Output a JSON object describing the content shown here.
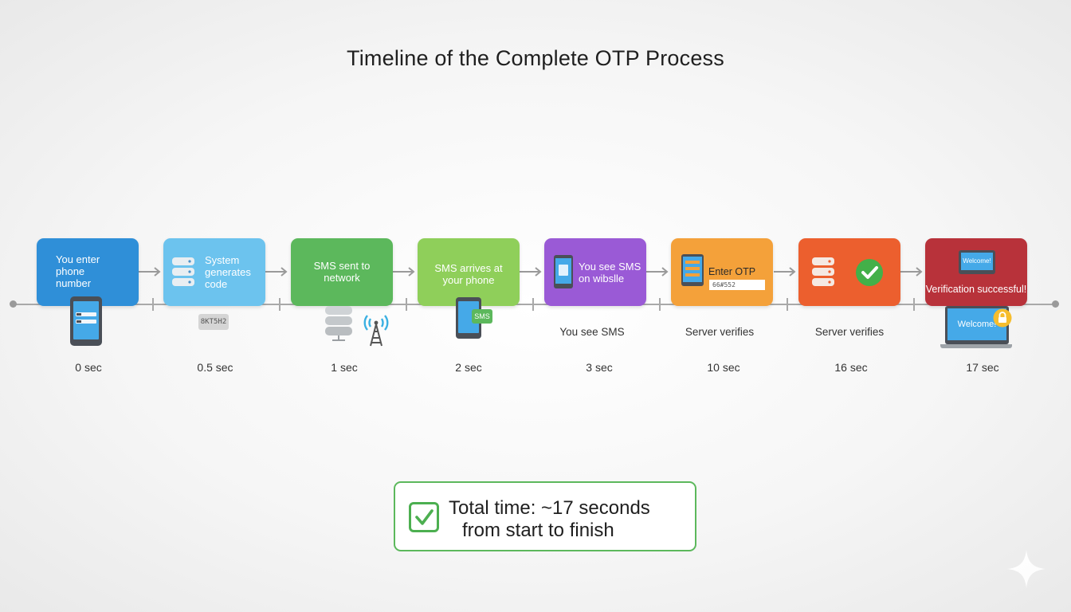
{
  "title": "Timeline of the Complete OTP Process",
  "colors": {
    "step1": "#2f8fd8",
    "step2": "#6cc3ee",
    "step3": "#5cb85c",
    "step4": "#8fcf5a",
    "step5": "#9a5ad6",
    "step6": "#f4a13a",
    "step7": "#ec5f2e",
    "step8": "#b8323a",
    "summary_border": "#5cb85c"
  },
  "steps": [
    {
      "lines": [
        "You enter",
        "phone",
        "number"
      ],
      "time": "0 sec",
      "icon": "phone-icon"
    },
    {
      "lines": [
        "System",
        "generates",
        "code"
      ],
      "time": "0.5 sec",
      "icon": "server-icon",
      "code_chip": "8KT5H2"
    },
    {
      "lines": [
        "SMS sent to",
        "network"
      ],
      "time": "1 sec",
      "icon": "cell-tower-icon"
    },
    {
      "lines": [
        "SMS arrives at",
        "your phone"
      ],
      "time": "2 sec",
      "icon": "phone-sms-icon",
      "sms_badge": "SMS"
    },
    {
      "lines": [
        "You see SMS",
        "on wibslle"
      ],
      "time": "3 sec",
      "icon": "phone-icon",
      "below": "You see SMS"
    },
    {
      "lines": [
        "Enter OTP"
      ],
      "time": "10 sec",
      "icon": "form-icon",
      "otp_value": "66#552",
      "below": "Server verifies"
    },
    {
      "lines": [],
      "time": "16 sec",
      "icon": "check-circle-icon",
      "below": "Server verifies"
    },
    {
      "lines": [
        "Verification successful!"
      ],
      "time": "17 sec",
      "icon": "laptop-icon",
      "screen_top": "Welcome!",
      "screen_bottom": "Welcome!"
    }
  ],
  "summary": {
    "line1": "Total time: ~17 seconds",
    "line2": "from start to finish",
    "icon": "checkbox-icon"
  }
}
